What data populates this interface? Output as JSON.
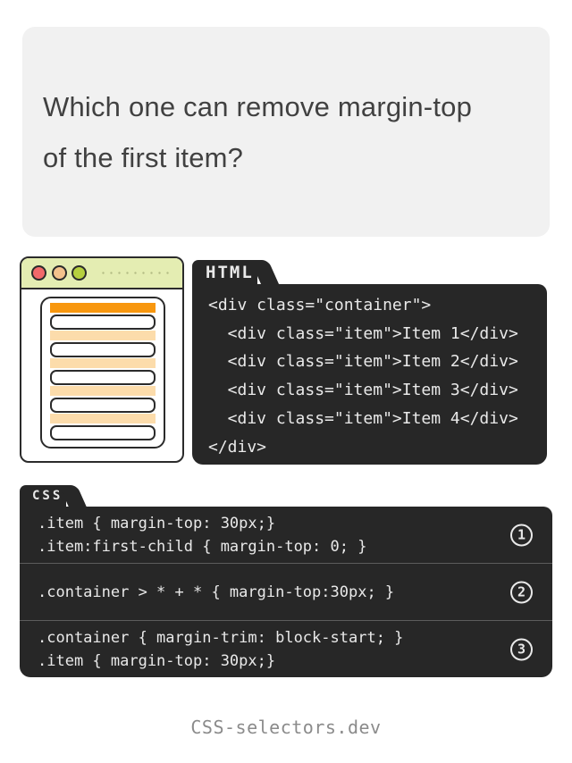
{
  "question": {
    "lines": [
      "Which one can remove margin-top",
      "of the first item?"
    ]
  },
  "html_panel": {
    "tab_label": "HTML",
    "lines": [
      "<div class=\"container\">",
      "  <div class=\"item\">Item 1</div>",
      "  <div class=\"item\">Item 2</div>",
      "  <div class=\"item\">Item 3</div>",
      "  <div class=\"item\">Item 4</div>",
      "</div>"
    ]
  },
  "css_panel": {
    "tab_label": "CSS",
    "options": [
      {
        "number": "1",
        "lines": [
          ".item { margin-top: 30px;}",
          ".item:first-child { margin-top: 0; }"
        ]
      },
      {
        "number": "2",
        "lines": [
          ".container > * + * { margin-top:30px; }"
        ]
      },
      {
        "number": "3",
        "lines": [
          ".container { margin-trim: block-start; }",
          ".item { margin-top: 30px;}"
        ]
      }
    ]
  },
  "browser_mock": {
    "item_count": 5,
    "margin_gap_count": 4,
    "highlighted_margin_count": 1
  },
  "footer": {
    "brand": "CSS-selectors.dev"
  },
  "colors": {
    "card_bg": "#f1f1f1",
    "question_text": "#414141",
    "panel_dark": "#272727",
    "code_text": "#e9e9e9",
    "separator": "#5c5c5c",
    "outline_dark": "#2b2b2b",
    "header_green": "#e4edb2",
    "accent_orange": "#f8970e",
    "margin_light": "#fcdcab",
    "light_red": "#f2696a",
    "light_yellow": "#f3c18c",
    "light_green": "#b6d03f",
    "footer_text": "#8b8b8b"
  }
}
